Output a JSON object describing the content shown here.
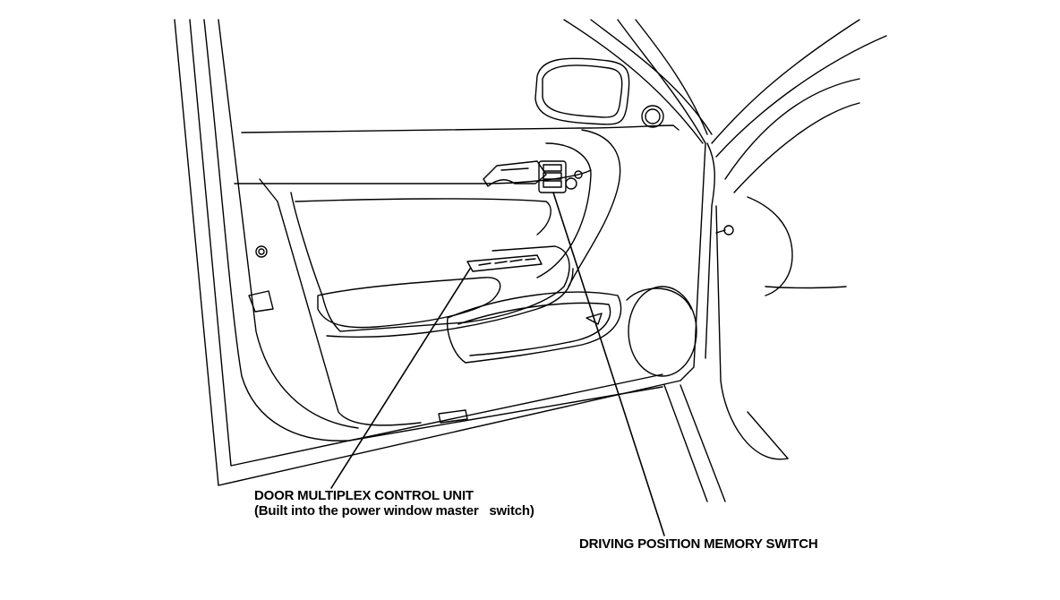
{
  "labels": {
    "door_multiplex_control_unit": "DOOR MULTIPLEX CONTROL UNIT",
    "door_multiplex_control_unit_note": "(Built into the power window master   switch)",
    "driving_position_memory_switch": "DRIVING POSITION MEMORY SWITCH"
  },
  "colors": {
    "line": "#000000",
    "background": "#ffffff"
  }
}
